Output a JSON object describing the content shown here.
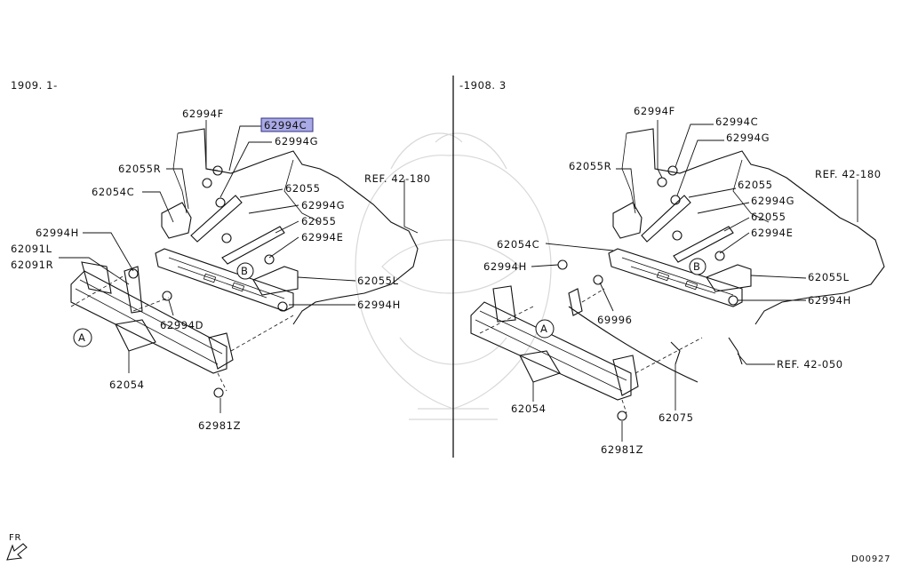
{
  "left_panel": {
    "date_range": "1909. 1-",
    "labels": {
      "p62994F": "62994F",
      "p62994C": "62994C",
      "p62994G_top": "62994G",
      "p62055R": "62055R",
      "p62054C": "62054C",
      "p62055_a": "62055",
      "p62994G_mid": "62994G",
      "p62055_b": "62055",
      "p62994E": "62994E",
      "p62994H_left": "62994H",
      "p62091L": "62091L",
      "p62091R": "62091R",
      "ref_42_180": "REF. 42-180",
      "p62055L": "62055L",
      "p62994H_right": "62994H",
      "p62994D": "62994D",
      "p62054": "62054",
      "p62981Z": "62981Z",
      "marker_a": "A",
      "marker_b": "B"
    }
  },
  "right_panel": {
    "date_range": "-1908. 3",
    "labels": {
      "p62994F": "62994F",
      "p62994C": "62994C",
      "p62994G_top": "62994G",
      "p62055R": "62055R",
      "p62055_a": "62055",
      "p62994G_mid": "62994G",
      "p62055_b": "62055",
      "p62994E": "62994E",
      "p62054C": "62054C",
      "p62994H_left": "62994H",
      "ref_42_180": "REF. 42-180",
      "p62055L": "62055L",
      "p62994H_right": "62994H",
      "p69996": "69996",
      "ref_42_050": "REF. 42-050",
      "p62054": "62054",
      "p62075": "62075",
      "p62981Z": "62981Z",
      "marker_a": "A",
      "marker_b": "B"
    }
  },
  "footer": {
    "front_indicator": "FR",
    "diagram_code": "D00927"
  },
  "highlight": {
    "selected_part": "62994C",
    "color": "#a9a9e6"
  }
}
